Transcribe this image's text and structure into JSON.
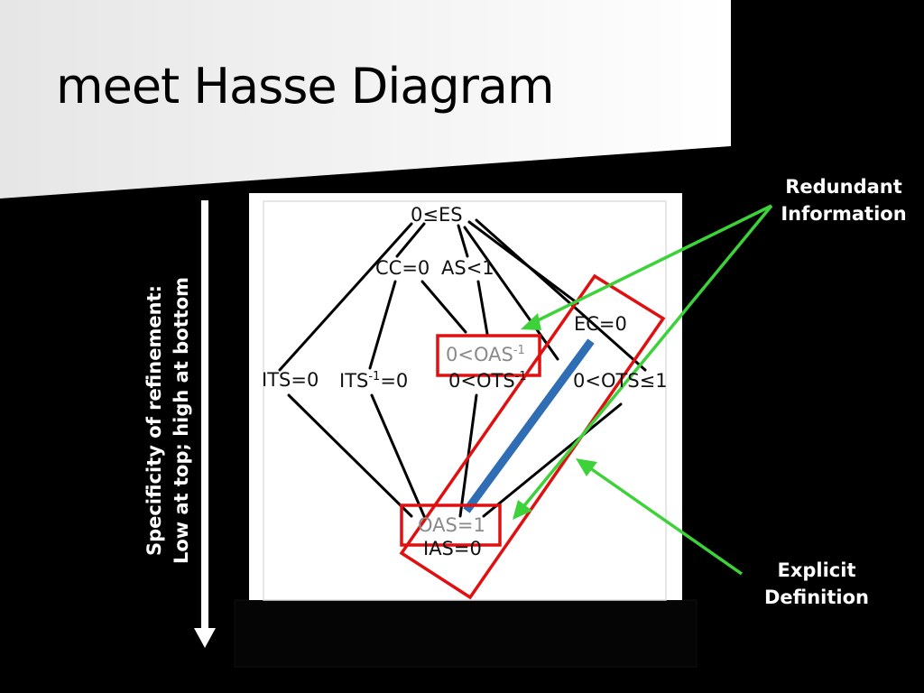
{
  "title": "meet Hasse Diagram",
  "axis_label": {
    "line1": "Specificity of refinement:",
    "line2": "Low at top; high at bottom"
  },
  "callouts": {
    "redundant_line1": "Redundant",
    "redundant_line2": "Information",
    "explicit_line1": "Explicit",
    "explicit_line2": "Definition"
  },
  "nodes": {
    "es": "0≤ES",
    "cc": "CC=0",
    "as": "AS<1",
    "ec": "EC=0",
    "its": "ITS=0",
    "its_inv_a": "ITS",
    "its_inv_sup": "-1",
    "its_inv_b": "=0",
    "oas_a": "0<OAS",
    "oas_sup": "-1",
    "ots_a": "0<OTS",
    "ots_sup": "-1",
    "ots2": "0<OTS≤1",
    "oas1": "OAS=1",
    "ias": "IAS=0"
  },
  "colors": {
    "background": "#000000",
    "title_band": "#f2f2f2",
    "diagram_bg": "#ffffff",
    "highlight_box": "#e01010",
    "arrow": "#3dd23a",
    "explicit_line": "#2f6db5",
    "direction_arrow": "#ffffff"
  }
}
